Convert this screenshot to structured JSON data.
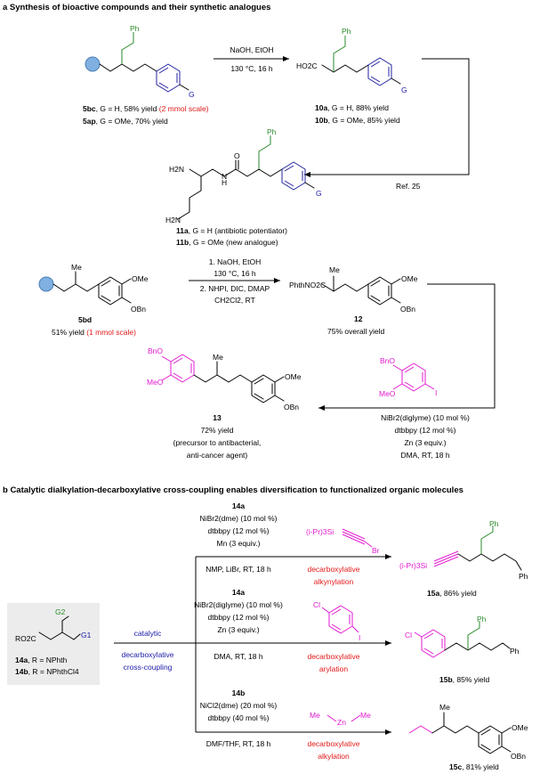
{
  "section_a": {
    "title": "a Synthesis of bioactive compounds and their synthetic analogues",
    "r1": {
      "cond1": "NaOH, EtOH",
      "cond2": "130 °C, 16 h"
    },
    "cmpd_5bc": {
      "label": "5bc",
      "text": ", G = H, 58% yield ",
      "red": "(2 mmol scale)"
    },
    "cmpd_5ap": {
      "label": "5ap",
      "text": ", G = OMe, 70% yield"
    },
    "cmpd_10a": {
      "label": "10a",
      "text": ", G = H, 88% yield"
    },
    "cmpd_10b": {
      "label": "10b",
      "text": ", G = OMe, 85% yield"
    },
    "acid_label": "HO2C",
    "ref": "Ref. 25",
    "amine_h2n_top": "H2N",
    "amine_h2n_bot": "H2N",
    "amine_nh": "H",
    "amine_n": "N",
    "amine_o": "O",
    "cmpd_11a": {
      "label": "11a",
      "text": ", G = H (antibiotic potentiator)"
    },
    "cmpd_11b": {
      "label": "11b",
      "text": ", G = OMe (new analogue)"
    },
    "ph": "Ph",
    "g": "G",
    "me": "Me",
    "ome": "OMe",
    "obn": "OBn",
    "bno": "BnO",
    "meo": "MeO",
    "iodo": "I",
    "r2": {
      "step1": "1. NaOH, EtOH",
      "step1b": "130 °C, 16 h",
      "step2": "2. NHPI, DIC, DMAP",
      "step2b": "CH2Cl2, RT"
    },
    "cmpd_5bd": {
      "label": "5bd",
      "yield": "51% yield ",
      "red": "(1 mmol scale)"
    },
    "phth_label": "PhthNO2C",
    "cmpd_12": {
      "label": "12",
      "yield": "75% overall yield"
    },
    "cmpd_13": {
      "label": "13",
      "yield": "72% yield",
      "note1": "(precursor to antibacterial,",
      "note2": "anti-cancer agent)"
    },
    "r3": {
      "c1": "NiBr2(diglyme) (10 mol %)",
      "c2": "dtbbpy (12 mol %)",
      "c3": "Zn (3 equiv.)",
      "c4": "DMA, RT, 18 h"
    }
  },
  "section_b": {
    "title": "b Catalytic dialkylation-decarboxylative cross-coupling enables diversification to functionalized organic molecules",
    "start": {
      "formula": "RO2C",
      "g1": "G1",
      "g2": "G2",
      "l14a": "14a",
      "t14a": ", R = NPhth",
      "l14b": "14b",
      "t14b": ", R = NPhthCl4"
    },
    "center": {
      "l1": "catalytic",
      "l2": "decarboxylative",
      "l3": "cross-coupling"
    },
    "rx1": {
      "sm": "14a",
      "c1": "NiBr2(dme) (10 mol %)",
      "c2": "dtbbpy (12 mol %)",
      "c3": "Mn (3 equiv.)",
      "c4": "NMP, LiBr, RT, 18 h",
      "reagent": "(i-Pr)3Si",
      "br": "Br",
      "type1": "decarboxylative",
      "type2": "alkynylation",
      "prod_si": "(i-Pr)3Si",
      "prod_label": "15a",
      "prod_yield": ", 86% yield"
    },
    "rx2": {
      "sm": "14a",
      "c1": "NiBr2(diglyme) (10 mol %)",
      "c2": "dtbbpy (12 mol %)",
      "c3": "Zn (3 equiv.)",
      "c4": "DMA, RT, 18 h",
      "cl": "Cl",
      "i": "I",
      "type1": "decarboxylative",
      "type2": "arylation",
      "prod_cl": "Cl",
      "prod_label": "15b",
      "prod_yield": ", 85% yield"
    },
    "rx3": {
      "sm": "14b",
      "c1": "NiCl2(dme) (20 mol %)",
      "c2": "dtbbpy (40 mol %)",
      "c4": "DMF/THF, RT, 18 h",
      "me1": "Me",
      "zn": "Zn",
      "me2": "Me",
      "type1": "decarboxylative",
      "type2": "alkylation",
      "prod_label": "15c",
      "prod_yield": ", 81% yield"
    }
  }
}
